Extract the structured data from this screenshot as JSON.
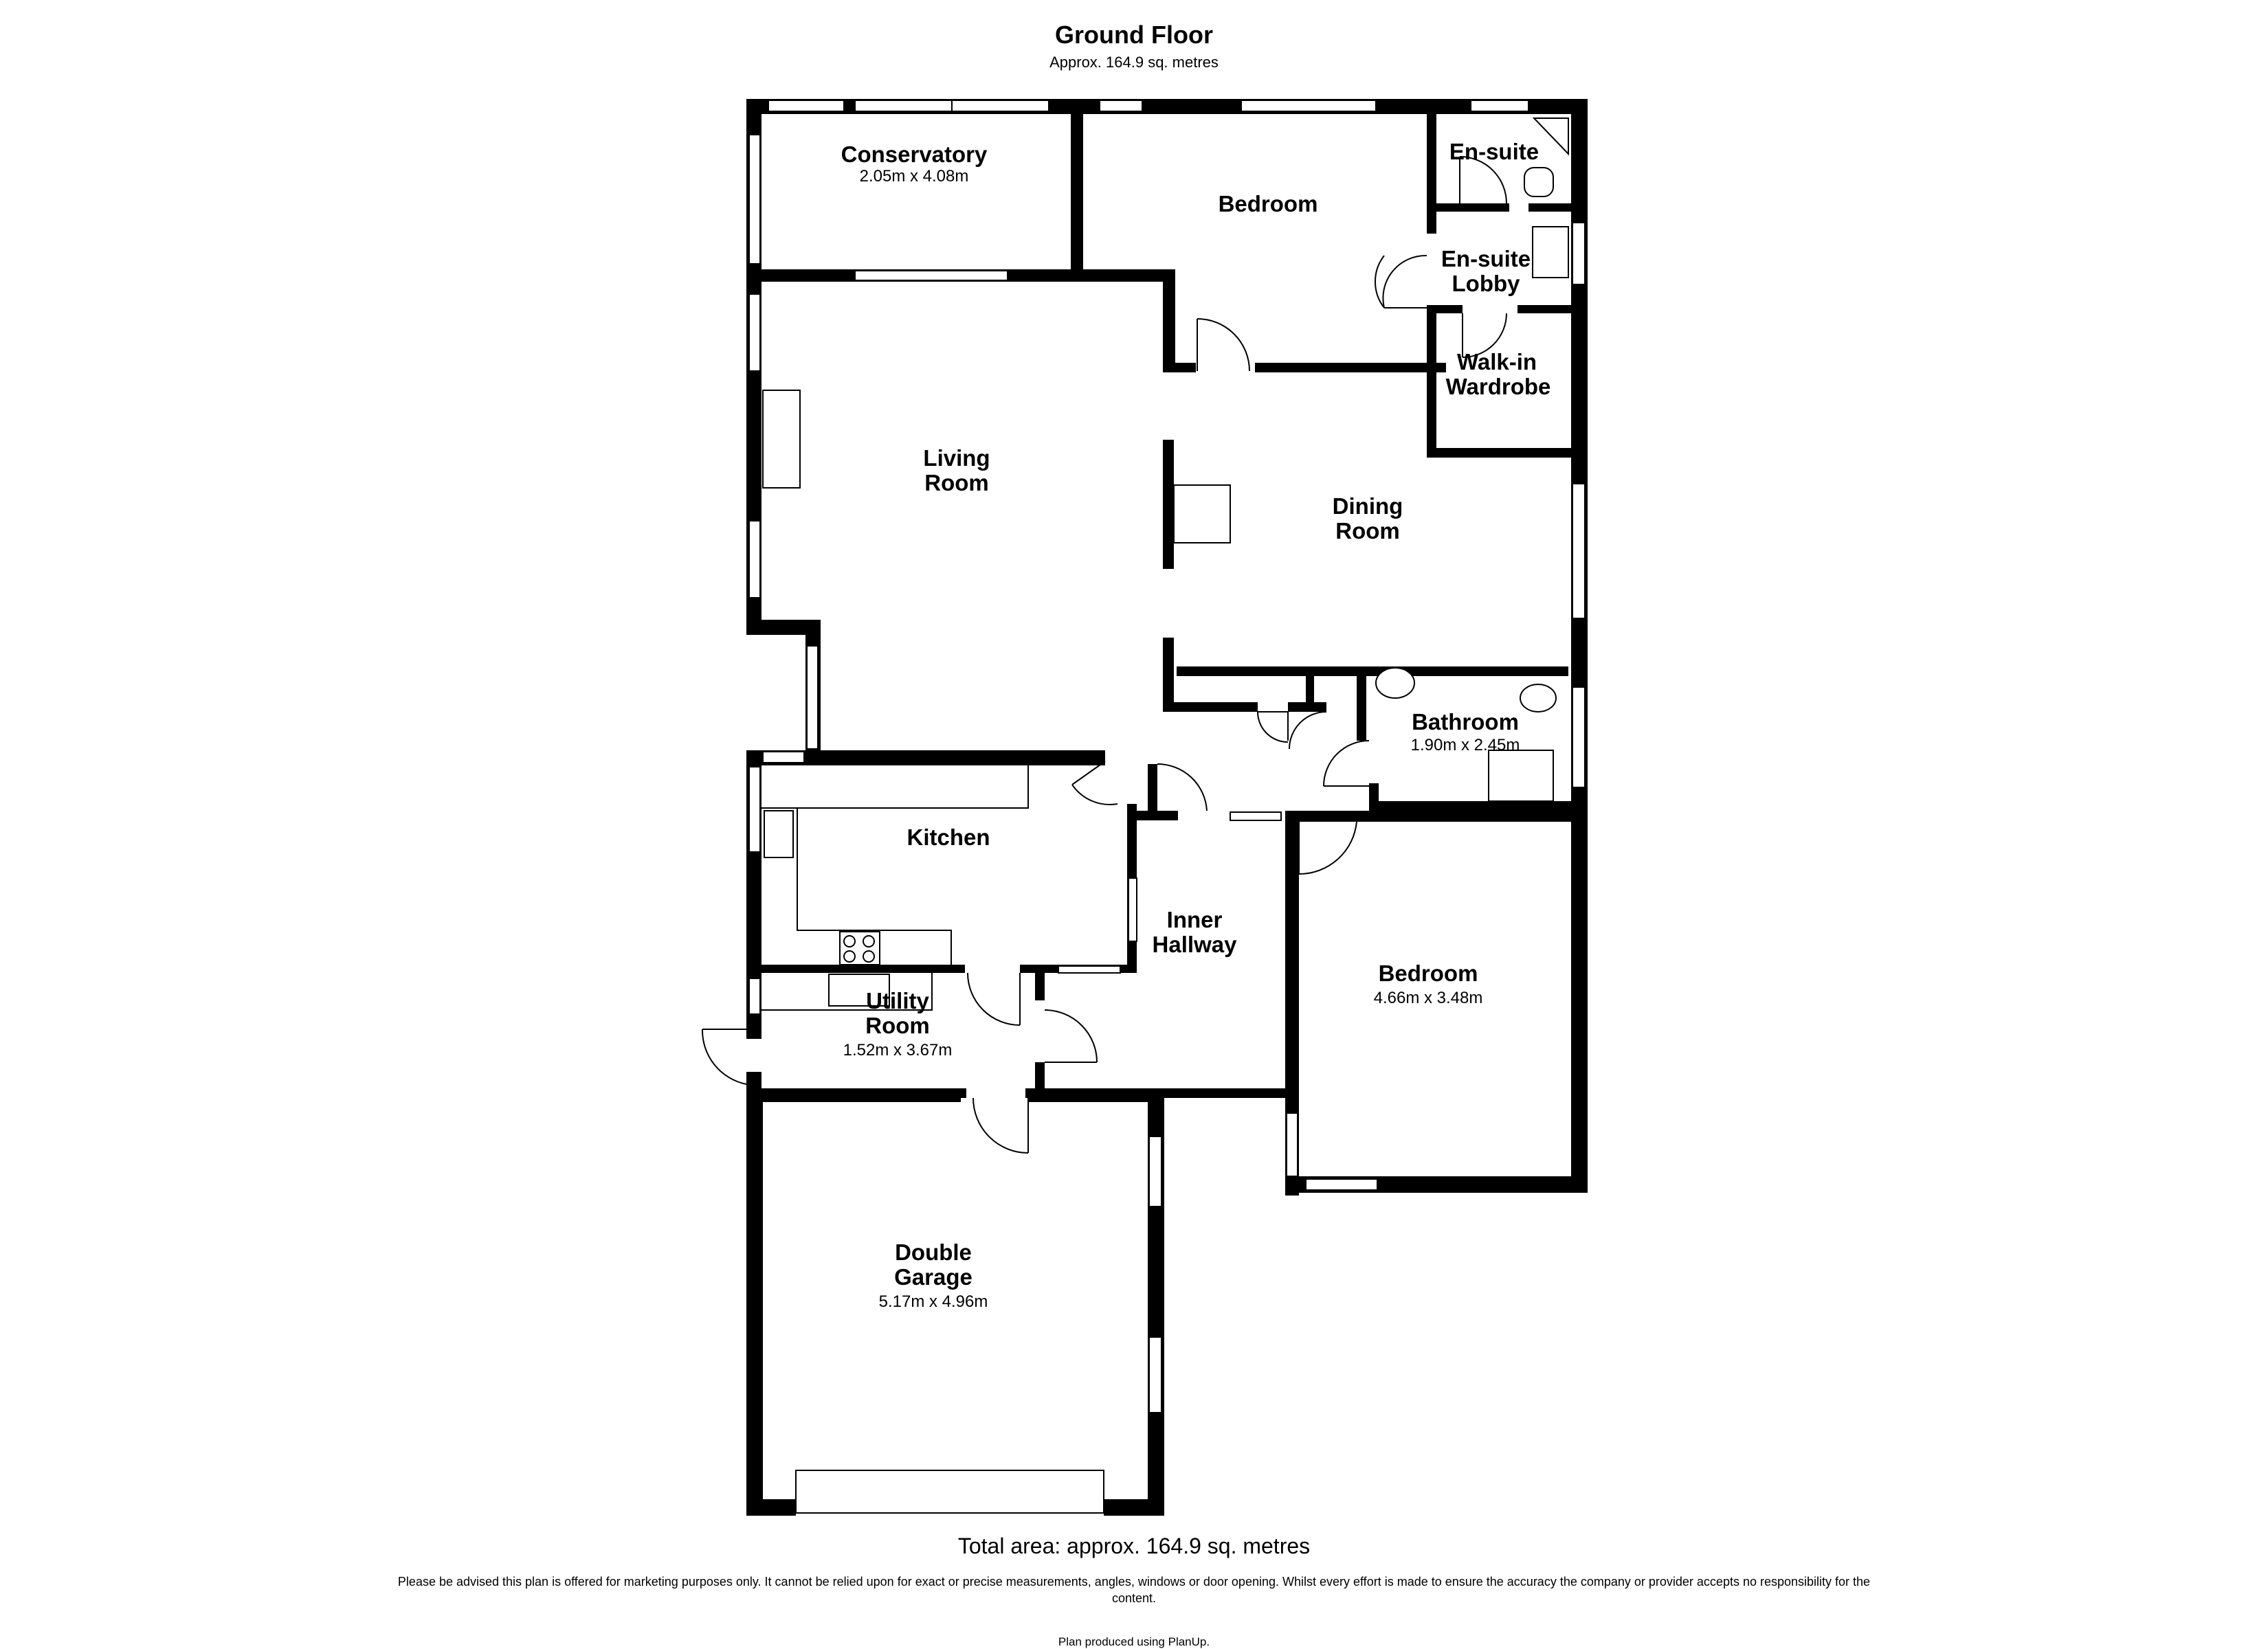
{
  "header": {
    "title": "Ground Floor",
    "subtitle": "Approx. 164.9 sq. metres"
  },
  "rooms": {
    "conservatory": {
      "name": "Conservatory",
      "dims": "2.05m x 4.08m"
    },
    "bedroom_master": {
      "name": "Bedroom"
    },
    "ensuite": {
      "name": "En-suite"
    },
    "ensuite_lobby": {
      "name_line1": "En-suite",
      "name_line2": "Lobby"
    },
    "walkin_wardrobe": {
      "name_line1": "Walk-in",
      "name_line2": "Wardrobe"
    },
    "living_room": {
      "name_line1": "Living",
      "name_line2": "Room"
    },
    "dining_room": {
      "name_line1": "Dining",
      "name_line2": "Room"
    },
    "bathroom": {
      "name": "Bathroom",
      "dims": "1.90m x 2.45m"
    },
    "kitchen": {
      "name": "Kitchen"
    },
    "inner_hallway": {
      "name_line1": "Inner",
      "name_line2": "Hallway"
    },
    "bedroom_second": {
      "name": "Bedroom",
      "dims": "4.66m x 3.48m"
    },
    "utility_room": {
      "name_line1": "Utility",
      "name_line2": "Room",
      "dims": "1.52m x 3.67m"
    },
    "double_garage": {
      "name_line1": "Double",
      "name_line2": "Garage",
      "dims": "5.17m x 4.96m"
    }
  },
  "footer": {
    "total_area": "Total area: approx. 164.9 sq. metres",
    "disclaimer": "Please be advised this plan is offered for marketing purposes only. It cannot be relied upon for exact or precise measurements, angles, windows or door opening. Whilst every effort is made to ensure the accuracy the company or provider accepts no responsibility for the content.",
    "produced_by": "Plan produced using PlanUp."
  },
  "colors": {
    "wall": "#000000",
    "background": "#ffffff"
  }
}
